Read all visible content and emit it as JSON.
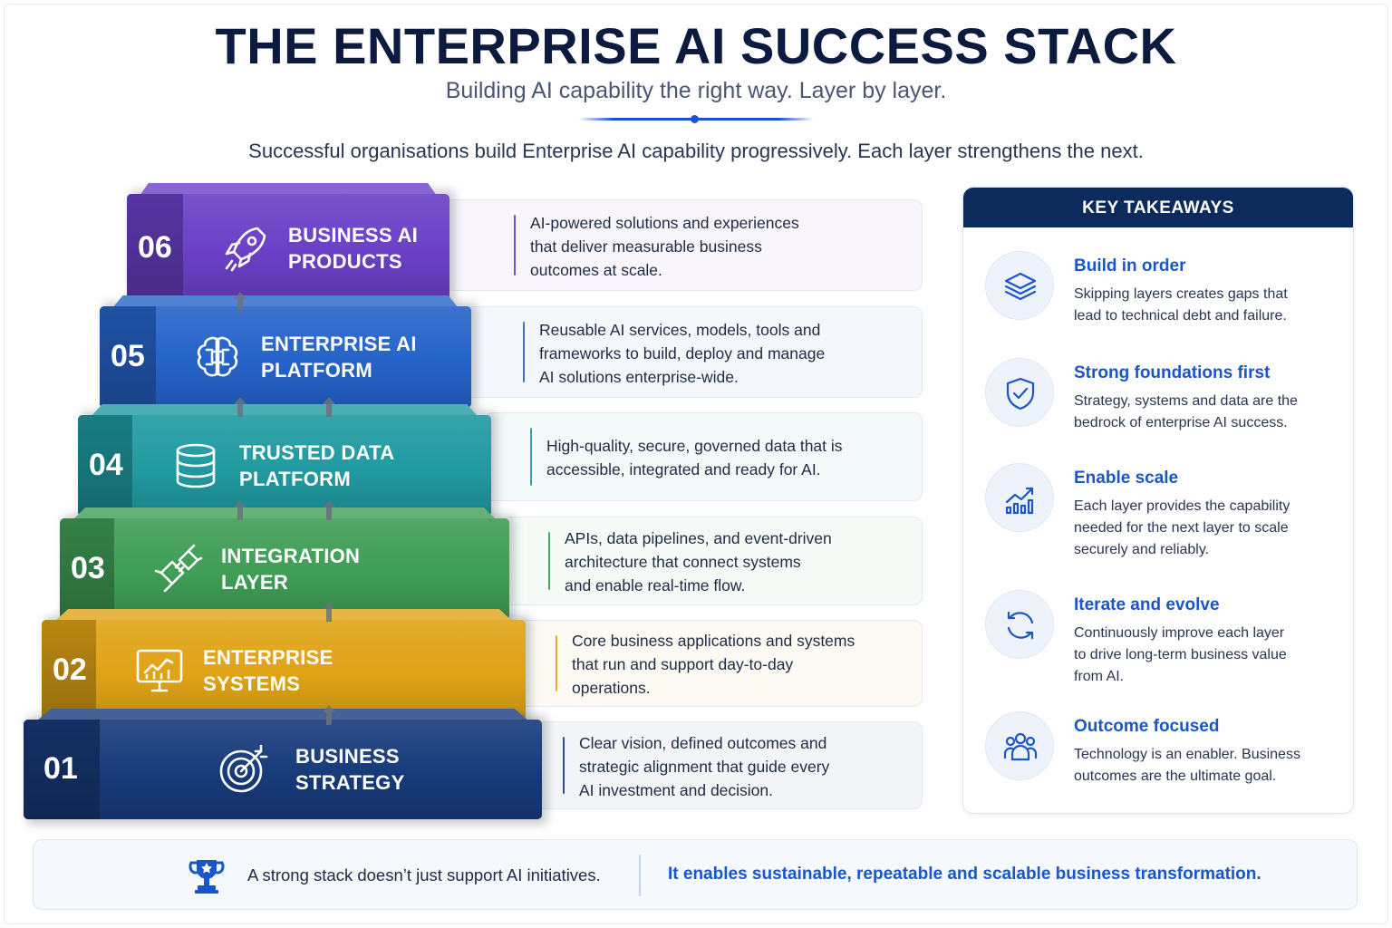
{
  "header": {
    "title": "THE ENTERPRISE AI SUCCESS STACK",
    "subtitle": "Building AI capability the right way. Layer by layer.",
    "intro": "Successful organisations build Enterprise AI capability progressively. Each layer strengthens the next."
  },
  "stack": {
    "layers": [
      {
        "number": "06",
        "label_line1": "BUSINESS AI",
        "label_line2": "PRODUCTS",
        "icon": "rocket-icon",
        "description": [
          "AI-powered solutions and experiences",
          "that deliver measurable business",
          "outcomes at scale."
        ],
        "color": "#6a3fc6"
      },
      {
        "number": "05",
        "label_line1": "ENTERPRISE AI",
        "label_line2": "PLATFORM",
        "icon": "brain-chip-icon",
        "description": [
          "Reusable AI services, models, tools and",
          "frameworks to build, deploy and manage",
          "AI solutions enterprise-wide."
        ],
        "color": "#2563c9"
      },
      {
        "number": "04",
        "label_line1": "TRUSTED DATA",
        "label_line2": "PLATFORM",
        "icon": "database-icon",
        "description": [
          "High-quality, secure, governed data that is",
          "accessible, integrated and ready for AI."
        ],
        "color": "#1f9aa0"
      },
      {
        "number": "03",
        "label_line1": "INTEGRATION",
        "label_line2": "LAYER",
        "icon": "plug-icon",
        "description": [
          "APIs, data pipelines, and event-driven",
          "architecture that connect systems",
          "and enable real-time flow."
        ],
        "color": "#3f9d55"
      },
      {
        "number": "02",
        "label_line1": "ENTERPRISE",
        "label_line2": "SYSTEMS",
        "icon": "monitor-chart-icon",
        "description": [
          "Core business applications and systems",
          "that run and support day-to-day",
          "operations."
        ],
        "color": "#e0a316"
      },
      {
        "number": "01",
        "label_line1": "BUSINESS",
        "label_line2": "STRATEGY",
        "icon": "target-icon",
        "description": [
          "Clear vision, defined outcomes and",
          "strategic alignment that guide every",
          "AI investment and decision."
        ],
        "color": "#173a7a"
      }
    ]
  },
  "takeaways": {
    "heading": "KEY TAKEAWAYS",
    "items": [
      {
        "icon": "layers-icon",
        "title": "Build in order",
        "text": [
          "Skipping layers creates gaps that",
          "lead to technical debt and failure."
        ]
      },
      {
        "icon": "shield-check-icon",
        "title": "Strong foundations first",
        "text": [
          "Strategy, systems and data are the",
          "bedrock of enterprise AI success."
        ]
      },
      {
        "icon": "growth-chart-icon",
        "title": "Enable scale",
        "text": [
          "Each layer provides the capability",
          "needed for the next layer to scale",
          "securely and reliably."
        ]
      },
      {
        "icon": "refresh-cycle-icon",
        "title": "Iterate and evolve",
        "text": [
          "Continuously improve each layer",
          "to drive long-term business value",
          "from AI."
        ]
      },
      {
        "icon": "people-group-icon",
        "title": "Outcome focused",
        "text": [
          "Technology is an enabler. Business",
          "outcomes are the ultimate goal."
        ]
      }
    ]
  },
  "footer": {
    "icon": "trophy-icon",
    "left_text": "A strong stack doesn’t just support AI initiatives.",
    "right_text": "It enables sustainable, repeatable and scalable business transformation."
  }
}
